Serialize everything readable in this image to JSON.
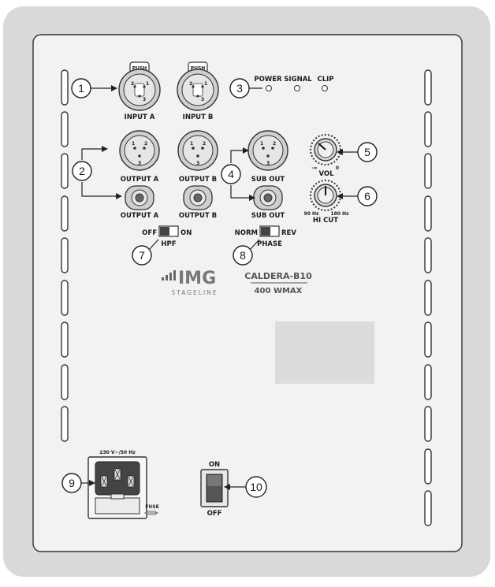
{
  "panel": {
    "inputs": {
      "push_a": "PUSH",
      "push_b": "PUSH",
      "input_a": "INPUT A",
      "input_b": "INPUT B"
    },
    "pins": {
      "one": "1",
      "two": "2",
      "three": "3"
    },
    "leds": {
      "power": "POWER",
      "signal": "SIGNAL",
      "clip": "CLIP"
    },
    "outputs": {
      "xlr_a": "OUTPUT A",
      "xlr_b": "OUTPUT B",
      "xlr_sub": "SUB OUT",
      "jack_a": "OUTPUT A",
      "jack_b": "OUTPUT B",
      "jack_sub": "SUB OUT"
    },
    "vol": {
      "label": "VOL",
      "min": "-∞",
      "max": "0"
    },
    "hicut": {
      "label": "HI CUT",
      "min": "90 Hz",
      "max": "180 Hz"
    },
    "hpf": {
      "off": "OFF",
      "on": "ON",
      "label": "HPF"
    },
    "phase": {
      "norm": "NORM",
      "rev": "REV",
      "label": "PHASE"
    },
    "brand": {
      "logo": "IMG",
      "sub": "STAGELINE",
      "model": "CALDERA-B10",
      "power": "400 WMAX"
    },
    "power_inlet": {
      "rating": "230 V~/50 Hz",
      "fuse": "FUSE"
    },
    "power_switch": {
      "on": "ON",
      "off": "OFF"
    }
  },
  "callouts": [
    "1",
    "2",
    "3",
    "4",
    "5",
    "6",
    "7",
    "8",
    "9",
    "10"
  ],
  "colors": {
    "panel": "#f2f2f2",
    "border": "#333333",
    "frame_shadow": "#d9d9d9",
    "label_plate": "#dcdcdc",
    "slot": "#ffffff"
  }
}
